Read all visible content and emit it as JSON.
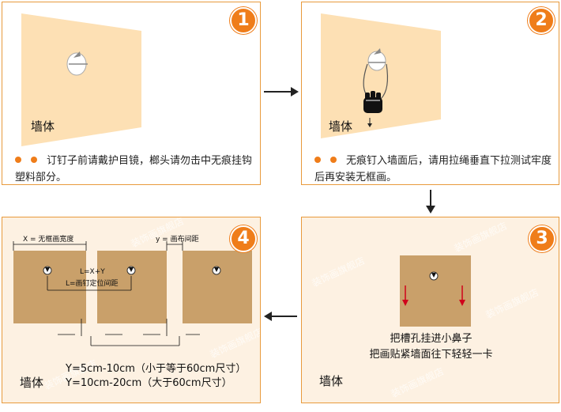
{
  "steps": [
    {
      "number": "1",
      "wall_label": "墙体",
      "description": "订钉子前请戴护目镜，榔头请勿击中无痕挂钩塑料部分。"
    },
    {
      "number": "2",
      "wall_label": "墙体",
      "description": "无痕钉入墙面后，请用拉绳垂直下拉测试牢度后再安装无框画。"
    },
    {
      "number": "3",
      "wall_label": "墙体",
      "caption_line1": "把槽孔挂进小鼻子",
      "caption_line2": "把画贴紧墙面往下轻轻一卡"
    },
    {
      "number": "4",
      "wall_label": "墙体",
      "label_x": "X = 无框画宽度",
      "label_y": "y = 画布间距",
      "formula": "L=X+Y",
      "formula_desc": "L=画钉定位间距",
      "spec1": "Y=5cm-10cm（小于等于60cm尺寸）",
      "spec2": "Y=10cm-20cm（大于60cm尺寸）"
    }
  ],
  "watermark": "装饰画旗舰店",
  "colors": {
    "accent": "#ef7d1a",
    "wall": "#fde0b4",
    "canvas": "#c9a06a",
    "border": "#e89a3c"
  }
}
